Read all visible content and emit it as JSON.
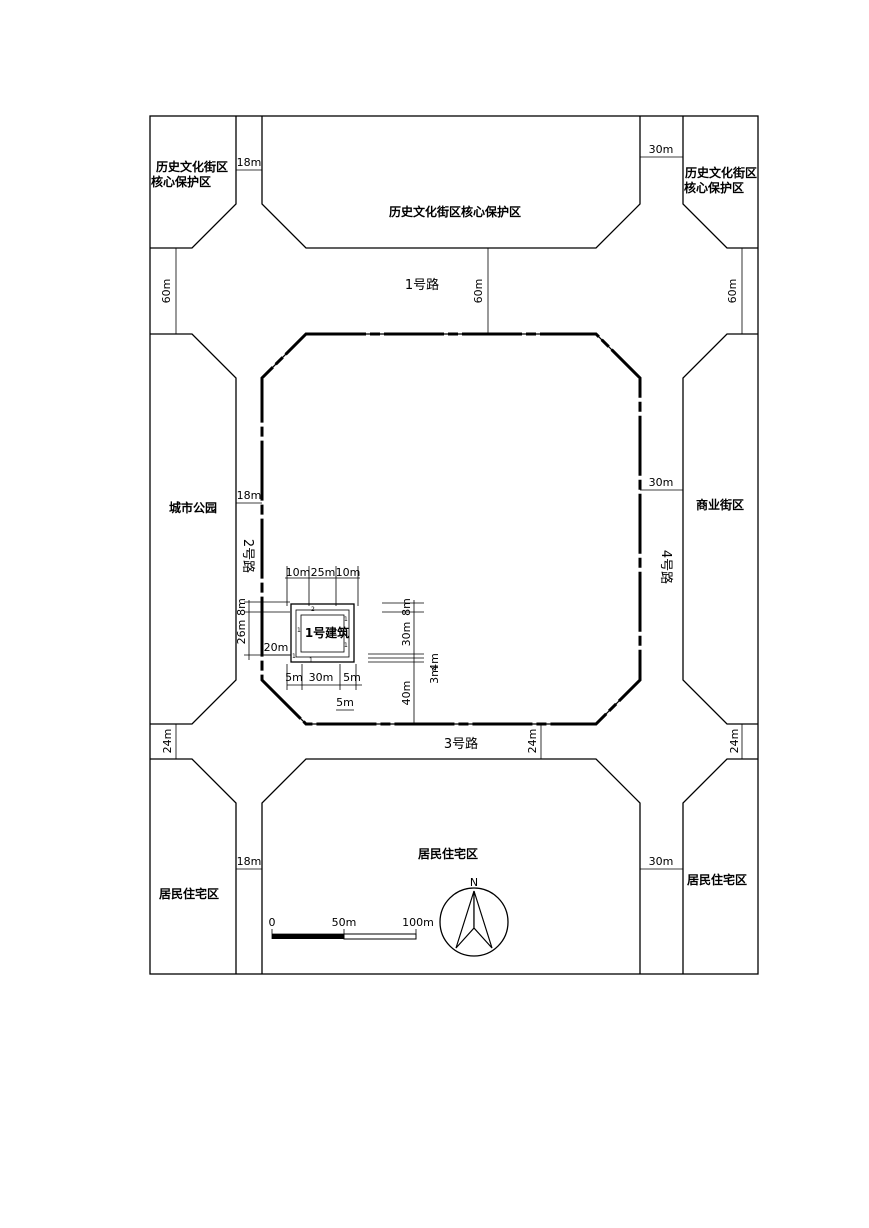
{
  "zones": {
    "heritage_top_left": [
      "历史文化街区",
      "核心保护区"
    ],
    "heritage_top_center": "历史文化街区核心保护区",
    "heritage_top_right": [
      "历史文化街区",
      "核心保护区"
    ],
    "city_park": "城市公园",
    "commercial": "商业街区",
    "residential_bottom_center": "居民住宅区",
    "residential_bottom_left": "居民住宅区",
    "residential_bottom_right": "居民住宅区"
  },
  "roads": {
    "road1": "1号路",
    "road2": "2号路",
    "road3": "3号路",
    "road4": "4号路"
  },
  "building": {
    "label": "1号建筑",
    "corner_marks": [
      "2",
      "1",
      "1",
      "1",
      "1",
      "1"
    ]
  },
  "dimensions": {
    "top_left_road": "18m",
    "top_right_road": "30m",
    "left_60": "60m",
    "center_60": "60m",
    "right_60": "60m",
    "mid_left_road": "18m",
    "mid_right_road": "30m",
    "b_10a": "10m",
    "b_25": "25m",
    "b_10b": "10m",
    "b_8_left": "8m",
    "b_26": "26m",
    "b_20": "20m",
    "b_30_right": "30m",
    "b_8_right": "8m",
    "b_4": "4m",
    "b_3": "3m",
    "b_5a": "5m",
    "b_30_bottom": "30m",
    "b_5b": "5m",
    "b_5c": "5m",
    "b_40": "40m",
    "left_24": "24m",
    "center_24": "24m",
    "right_24": "24m",
    "bottom_left_road": "18m",
    "bottom_right_road": "30m"
  },
  "scale_bar": {
    "label_0": "0",
    "label_50": "50m",
    "label_100": "100m"
  },
  "north_label": "N"
}
